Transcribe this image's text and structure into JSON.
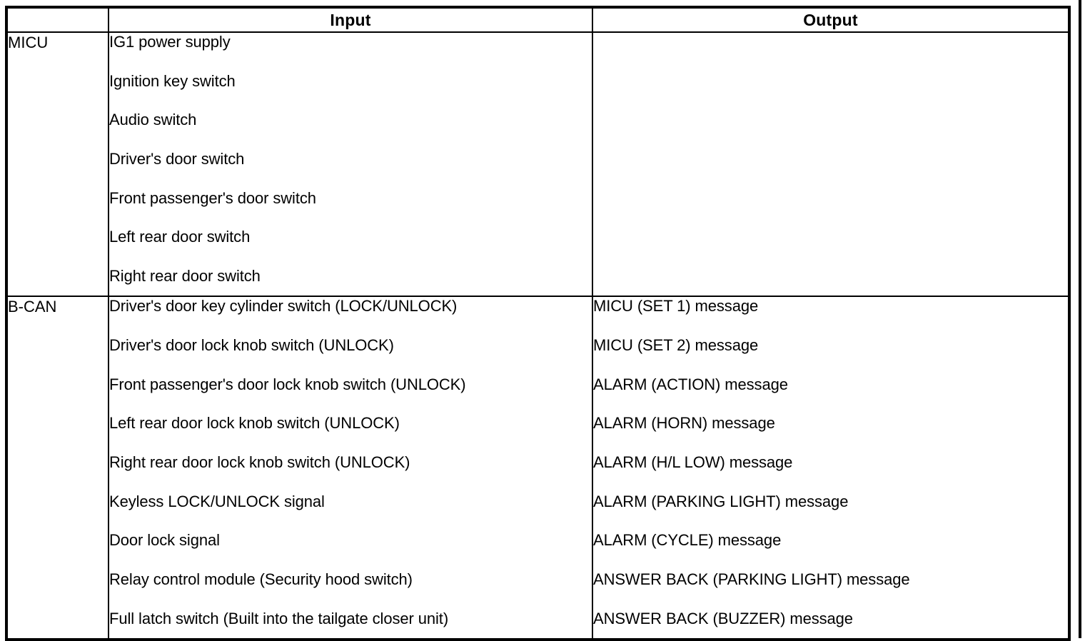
{
  "table": {
    "columns": [
      {
        "key": "source",
        "header": ""
      },
      {
        "key": "input",
        "header": "Input"
      },
      {
        "key": "output",
        "header": "Output"
      }
    ],
    "sections": [
      {
        "source": "MICU",
        "inputs": [
          "IG1 power supply",
          "Ignition key switch",
          "Audio switch",
          "Driver's door switch",
          "Front passenger's door switch",
          "Left rear door switch",
          "Right rear door switch"
        ],
        "outputs": []
      },
      {
        "source": "B-CAN",
        "inputs": [
          "Driver's door key cylinder switch (LOCK/UNLOCK)",
          "Driver's door lock knob switch (UNLOCK)",
          "Front passenger's door lock knob switch (UNLOCK)",
          "Left rear door lock knob switch (UNLOCK)",
          "Right rear door lock knob switch (UNLOCK)",
          "Keyless LOCK/UNLOCK signal",
          "Door lock signal",
          "Relay control module (Security hood switch)",
          "Full latch switch (Built into the tailgate closer unit)"
        ],
        "outputs": [
          "MICU (SET 1) message",
          "MICU (SET 2) message",
          "ALARM (ACTION) message",
          "ALARM (HORN) message",
          "ALARM (H/L LOW) message",
          "ALARM (PARKING LIGHT) message",
          "ALARM (CYCLE) message",
          "ANSWER BACK (PARKING LIGHT) message",
          "ANSWER BACK (BUZZER) message"
        ]
      }
    ]
  },
  "colors": {
    "rule": "#000000",
    "text": "#000000",
    "background": "#ffffff"
  }
}
